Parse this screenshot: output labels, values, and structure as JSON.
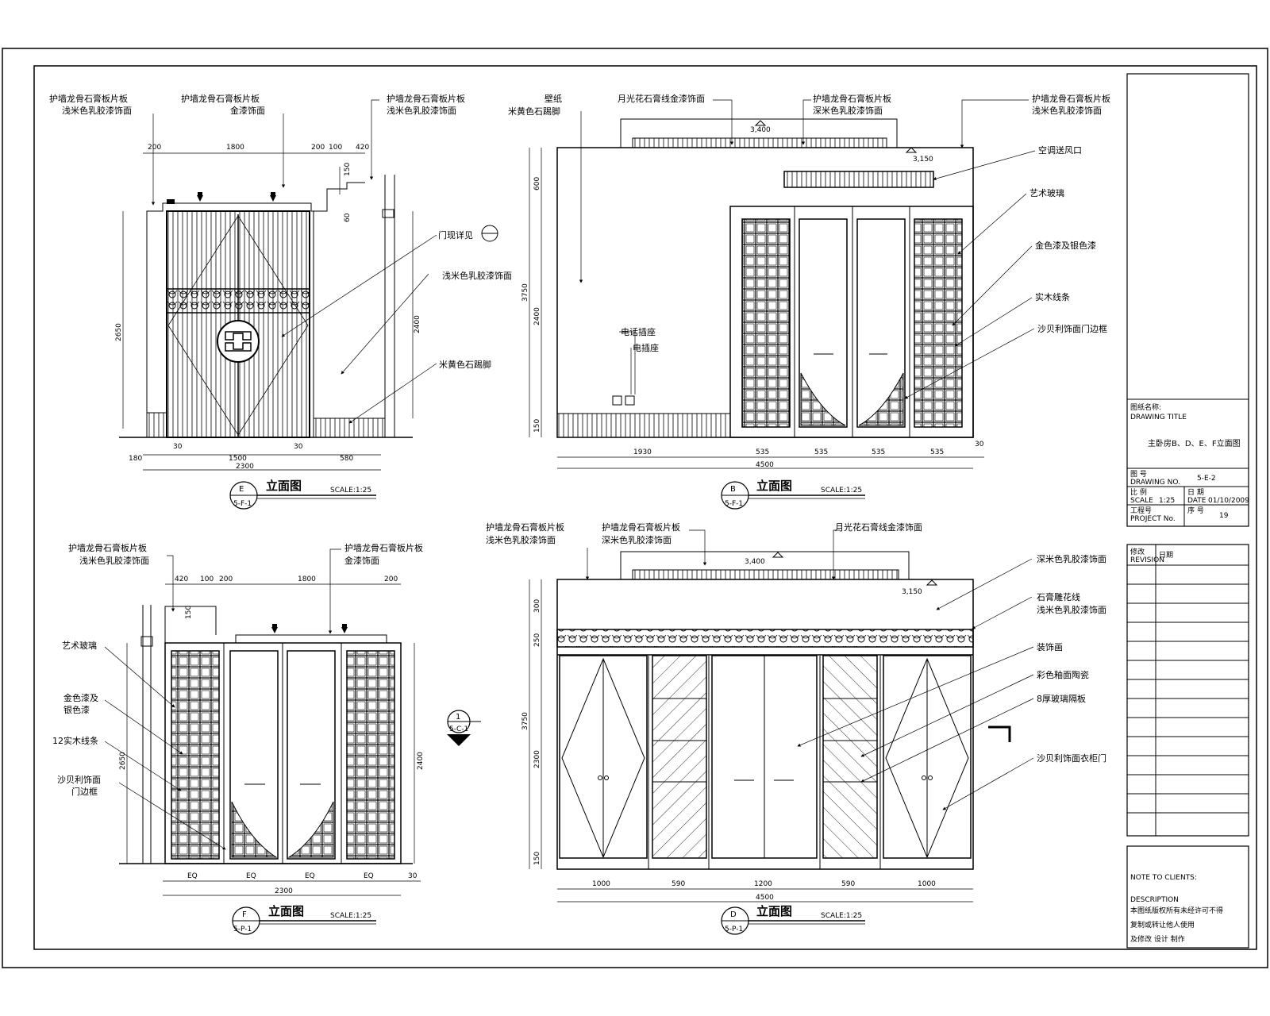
{
  "views": {
    "E": {
      "title": "立面图",
      "tag": "E",
      "ref": "5-F-1",
      "scale": "SCALE:1:25",
      "labels": {
        "top1a": "护墙龙骨石膏板片板",
        "top1b": "浅米色乳胶漆饰面",
        "top2a": "护墙龙骨石膏板片板",
        "top2b": "金漆饰面",
        "top3a": "护墙龙骨石膏板片板",
        "top3b": "浅米色乳胶漆饰面",
        "r1": "门现详见",
        "r2": "浅米色乳胶漆饰面",
        "r3": "米黄色石踢脚"
      },
      "dims_top": [
        "200",
        "1800",
        "200",
        "100",
        "420"
      ],
      "dims_bottom": [
        "180",
        "30",
        "1500",
        "30",
        "580"
      ],
      "dim_total": "2300",
      "dims_side": [
        "2650",
        "2400",
        "150",
        "60"
      ]
    },
    "B": {
      "title": "立面图",
      "tag": "B",
      "ref": "5-F-1",
      "scale": "SCALE:1:25",
      "labels": {
        "t1a": "壁纸",
        "t1b": "米黄色石踢脚",
        "t2": "月光花石膏线金漆饰面",
        "t3a": "护墙龙骨石膏板片板",
        "t3b": "深米色乳胶漆饰面",
        "t4a": "护墙龙骨石膏板片板",
        "t4b": "浅米色乳胶漆饰面",
        "r1": "空调送风口",
        "r2": "艺术玻璃",
        "r3": "金色漆及银色漆",
        "r4": "实木线条",
        "r5": "沙贝利饰面门边框",
        "s1": "电话插座",
        "s2": "电插座",
        "lvl1": "3,400",
        "lvl2": "3,150"
      },
      "dims_bottom": [
        "1930",
        "535",
        "535",
        "535",
        "535",
        "30"
      ],
      "dim_total": "4500",
      "dims_side": [
        "3750",
        "600",
        "2400",
        "150"
      ]
    },
    "F": {
      "title": "立面图",
      "tag": "F",
      "ref": "5-P-1",
      "scale": "SCALE:1:25",
      "labels": {
        "t1a": "护墙龙骨石膏板片板",
        "t1b": "浅米色乳胶漆饰面",
        "t2a": "护墙龙骨石膏板片板",
        "t2b": "金漆饰面",
        "l1": "艺术玻璃",
        "l2a": "金色漆及",
        "l2b": "银色漆",
        "l3": "12实木线条",
        "l4a": "沙贝利饰面",
        "l4b": "门边框"
      },
      "dims_top": [
        "420",
        "100",
        "200",
        "1800",
        "200"
      ],
      "dims_bottom": [
        "EQ",
        "EQ",
        "EQ",
        "EQ",
        "30"
      ],
      "dim_total": "2300",
      "dims_side": [
        "2650",
        "2400",
        "150"
      ]
    },
    "D": {
      "title": "立面图",
      "tag": "D",
      "ref": "5-P-1",
      "scale": "SCALE:1:25",
      "labels": {
        "t1a": "护墙龙骨石膏板片板",
        "t1b": "浅米色乳胶漆饰面",
        "t2a": "护墙龙骨石膏板片板",
        "t2b": "深米色乳胶漆饰面",
        "t3": "月光花石膏线金漆饰面",
        "r1": "深米色乳胶漆饰面",
        "r2a": "石膏雕花线",
        "r2b": "浅米色乳胶漆饰面",
        "r3": "装饰画",
        "r4": "彩色釉面陶瓷",
        "r5": "8厚玻璃隔板",
        "r6": "沙贝利饰面衣柜门",
        "lvl1": "3,400",
        "lvl2": "3,150",
        "sec_tag": "1",
        "sec_ref": "5-C-1"
      },
      "dims_bottom": [
        "1000",
        "590",
        "1200",
        "590",
        "1000"
      ],
      "dim_total": "4500",
      "dims_side": [
        "3750",
        "300",
        "250",
        "2300",
        "150"
      ]
    }
  },
  "title_block": {
    "name_label": "图纸名称:",
    "name_label_en": "DRAWING TITLE",
    "name_value": "主卧房B、D、E、F立面图",
    "no_label": "图 号",
    "no_label_en": "DRAWING NO.",
    "no_value": "5-E-2",
    "scale_label": "比 例",
    "scale_label_en": "SCALE",
    "scale_value": "1:25",
    "date_label": "日 期",
    "date_label_en": "DATE",
    "date_value": "01/10/2009",
    "proj_label": "工程号",
    "proj_label_en": "PROJECT No.",
    "seq_label": "序 号",
    "seq_value": "19",
    "rev_label_a": "修改",
    "rev_label_b": "REVISION",
    "rev_label_c": "日期",
    "note1": "NOTE TO CLIENTS:",
    "note2": "DESCRIPTION",
    "note3": "本图纸版权所有未经许可不得",
    "note4": "复制或转让他人使用",
    "note5": "及修改 设计 制作"
  }
}
